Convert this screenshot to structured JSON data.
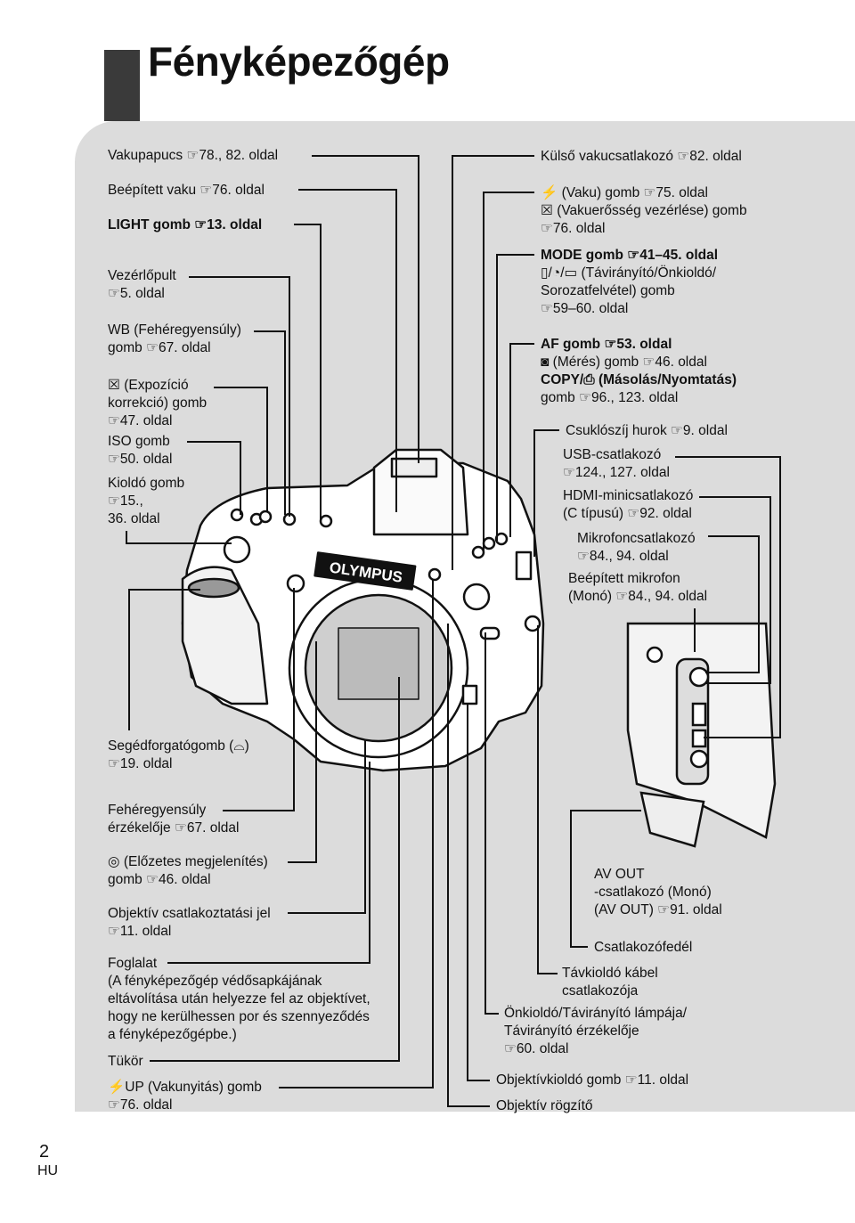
{
  "page": {
    "title": "Fényképezőgép",
    "page_number": "2",
    "language": "HU"
  },
  "brand": "OLYMPUS",
  "ref_symbol": "☞",
  "left_labels": [
    {
      "lines": [
        "Vakupapucs ☞78., 82. oldal"
      ]
    },
    {
      "lines": [
        "Beépített vaku ☞76. oldal"
      ]
    },
    {
      "lines": [
        "LIGHT gomb ☞13. oldal"
      ]
    },
    {
      "lines": [
        "Vezérlőpult",
        "☞5. oldal"
      ]
    },
    {
      "lines": [
        "WB (Fehéregyensúly)",
        "gomb ☞67. oldal"
      ]
    },
    {
      "lines": [
        "☒ (Expozíció",
        "korrekció) gomb",
        "☞47. oldal"
      ]
    },
    {
      "lines": [
        "ISO gomb",
        "☞50. oldal"
      ]
    },
    {
      "lines": [
        "Kioldó gomb",
        "☞15.,",
        "36. oldal"
      ]
    },
    {
      "lines": [
        "Segédforgatógomb (⌓)",
        "☞19. oldal"
      ]
    },
    {
      "lines": [
        "Fehéregyensúly",
        "érzékelője ☞67. oldal"
      ]
    },
    {
      "lines": [
        "◎ (Előzetes megjelenítés)",
        "gomb ☞46. oldal"
      ]
    },
    {
      "lines": [
        "Objektív csatlakoztatási jel",
        "☞11. oldal"
      ]
    },
    {
      "lines": [
        "Foglalat",
        "(A fényképezőgép védősapkájának",
        "eltávolítása után helyezze fel az objektívet,",
        "hogy ne kerülhessen por és szennyeződés",
        "a fényképezőgépbe.)"
      ]
    },
    {
      "lines": [
        "Tükör"
      ]
    },
    {
      "lines": [
        "⚡UP (Vakunyitás) gomb",
        "☞76. oldal"
      ]
    }
  ],
  "right_labels": [
    {
      "lines": [
        "Külső vakucsatlakozó ☞82. oldal"
      ]
    },
    {
      "lines": [
        "⚡ (Vaku) gomb ☞75. oldal",
        "☒ (Vakuerősség vezérlése) gomb",
        "☞76. oldal"
      ]
    },
    {
      "lines": [
        "MODE gomb ☞41–45. oldal",
        "▯/◔/▭ (Távirányító/Önkioldó/",
        "Sorozatfelvétel) gomb",
        "☞59–60. oldal"
      ]
    },
    {
      "lines": [
        "AF gomb ☞53. oldal",
        "◙ (Mérés) gomb ☞46. oldal",
        "COPY/⎙ (Másolás/Nyomtatás)",
        "gomb ☞96., 123. oldal"
      ]
    },
    {
      "lines": [
        "Csuklószíj hurok ☞9. oldal"
      ]
    },
    {
      "lines": [
        "USB-csatlakozó",
        "☞124., 127. oldal"
      ]
    },
    {
      "lines": [
        "HDMI-minicsatlakozó",
        "(C típusú) ☞92. oldal"
      ]
    },
    {
      "lines": [
        "Mikrofoncsatlakozó",
        "☞84., 94. oldal"
      ]
    },
    {
      "lines": [
        "Beépített mikrofon",
        "(Monó) ☞84., 94. oldal"
      ]
    },
    {
      "lines": [
        "AV OUT",
        "-csatlakozó (Monó)",
        "(AV OUT) ☞91. oldal"
      ]
    },
    {
      "lines": [
        "Csatlakozófedél"
      ]
    },
    {
      "lines": [
        "Távkioldó kábel",
        "csatlakozója"
      ]
    },
    {
      "lines": [
        "Önkioldó/Távirányító lámpája/",
        "Távirányító érzékelője",
        "☞60. oldal"
      ]
    },
    {
      "lines": [
        "Objektívkioldó gomb ☞11. oldal"
      ]
    },
    {
      "lines": [
        "Objektív rögzítő"
      ]
    }
  ]
}
